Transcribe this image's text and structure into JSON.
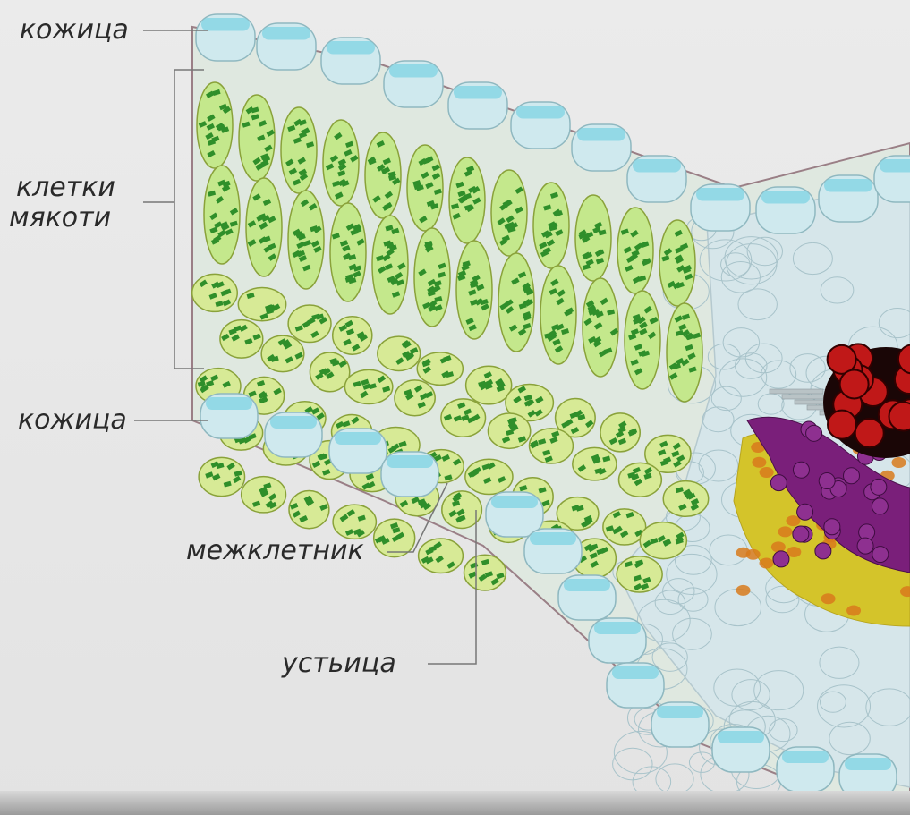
{
  "labels": {
    "skin_top": "кожица",
    "mesophyll_line1": "клетки",
    "mesophyll_line2": "мякоти",
    "skin_bottom": "кожица",
    "intercellular": "межклетник",
    "stoma": "устьица"
  },
  "colors": {
    "background": "#e6e6e6",
    "epidermis": "#cfe9ee",
    "epidermis_shine": "#7fd3e3",
    "palisade_cell": "#c4e88c",
    "spongy_cell": "#d7ea96",
    "chloroplast": "#2f8f2a",
    "vein_tissue": "#d6e6ea",
    "xylem": "#c01818",
    "phloem": "#7a1f7a",
    "sheath": "#d4c42a",
    "sheath_dot": "#d87a1c",
    "outline": "#9a7f86",
    "leader_line": "#777777"
  }
}
